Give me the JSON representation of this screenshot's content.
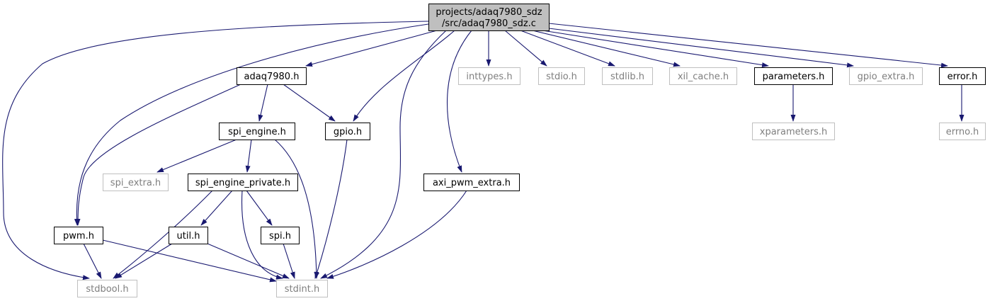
{
  "root": {
    "id": "root",
    "lines": [
      "projects/adaq7980_sdz",
      "/src/adaq7980_sdz.c"
    ]
  },
  "nodes": [
    {
      "id": "adaq7980",
      "label": "adaq7980.h",
      "linked": true
    },
    {
      "id": "inttypes",
      "label": "inttypes.h",
      "linked": false
    },
    {
      "id": "stdio",
      "label": "stdio.h",
      "linked": false
    },
    {
      "id": "stdlib",
      "label": "stdlib.h",
      "linked": false
    },
    {
      "id": "xil_cache",
      "label": "xil_cache.h",
      "linked": false
    },
    {
      "id": "parameters",
      "label": "parameters.h",
      "linked": true
    },
    {
      "id": "gpio_extra",
      "label": "gpio_extra.h",
      "linked": false
    },
    {
      "id": "error",
      "label": "error.h",
      "linked": true
    },
    {
      "id": "spi_engine",
      "label": "spi_engine.h",
      "linked": true
    },
    {
      "id": "gpio",
      "label": "gpio.h",
      "linked": true
    },
    {
      "id": "xparameters",
      "label": "xparameters.h",
      "linked": false
    },
    {
      "id": "errno",
      "label": "errno.h",
      "linked": false
    },
    {
      "id": "spi_extra",
      "label": "spi_extra.h",
      "linked": false
    },
    {
      "id": "spi_engine_private",
      "label": "spi_engine_private.h",
      "linked": true
    },
    {
      "id": "axi_pwm_extra",
      "label": "axi_pwm_extra.h",
      "linked": true
    },
    {
      "id": "pwm",
      "label": "pwm.h",
      "linked": true
    },
    {
      "id": "util",
      "label": "util.h",
      "linked": true
    },
    {
      "id": "spi",
      "label": "spi.h",
      "linked": true
    },
    {
      "id": "stdbool",
      "label": "stdbool.h",
      "linked": false
    },
    {
      "id": "stdint",
      "label": "stdint.h",
      "linked": false
    }
  ],
  "edges": [
    {
      "from": "root",
      "to": "adaq7980"
    },
    {
      "from": "root",
      "to": "inttypes"
    },
    {
      "from": "root",
      "to": "stdio"
    },
    {
      "from": "root",
      "to": "stdlib"
    },
    {
      "from": "root",
      "to": "xil_cache"
    },
    {
      "from": "root",
      "to": "parameters"
    },
    {
      "from": "root",
      "to": "gpio_extra"
    },
    {
      "from": "root",
      "to": "error"
    },
    {
      "from": "root",
      "to": "gpio"
    },
    {
      "from": "root",
      "to": "axi_pwm_extra"
    },
    {
      "from": "root",
      "to": "pwm"
    },
    {
      "from": "root",
      "to": "stdbool"
    },
    {
      "from": "root",
      "to": "stdint"
    },
    {
      "from": "adaq7980",
      "to": "spi_engine"
    },
    {
      "from": "adaq7980",
      "to": "gpio"
    },
    {
      "from": "adaq7980",
      "to": "pwm"
    },
    {
      "from": "parameters",
      "to": "xparameters"
    },
    {
      "from": "error",
      "to": "errno"
    },
    {
      "from": "spi_engine",
      "to": "spi_extra"
    },
    {
      "from": "spi_engine",
      "to": "spi_engine_private"
    },
    {
      "from": "spi_engine",
      "to": "stdint"
    },
    {
      "from": "gpio",
      "to": "stdint"
    },
    {
      "from": "spi_engine_private",
      "to": "util"
    },
    {
      "from": "spi_engine_private",
      "to": "spi"
    },
    {
      "from": "spi_engine_private",
      "to": "stdbool"
    },
    {
      "from": "spi_engine_private",
      "to": "stdint"
    },
    {
      "from": "axi_pwm_extra",
      "to": "stdint"
    },
    {
      "from": "pwm",
      "to": "stdbool"
    },
    {
      "from": "pwm",
      "to": "stdint"
    },
    {
      "from": "util",
      "to": "stdbool"
    },
    {
      "from": "util",
      "to": "stdint"
    },
    {
      "from": "spi",
      "to": "stdint"
    }
  ],
  "colors": {
    "edge": "#191970",
    "root_fill": "#bfbfbf",
    "root_border": "#000000",
    "linked_border": "#000000",
    "external_border": "#bfbfbf",
    "external_text": "#7f7f7f",
    "linked_text": "#000000"
  }
}
